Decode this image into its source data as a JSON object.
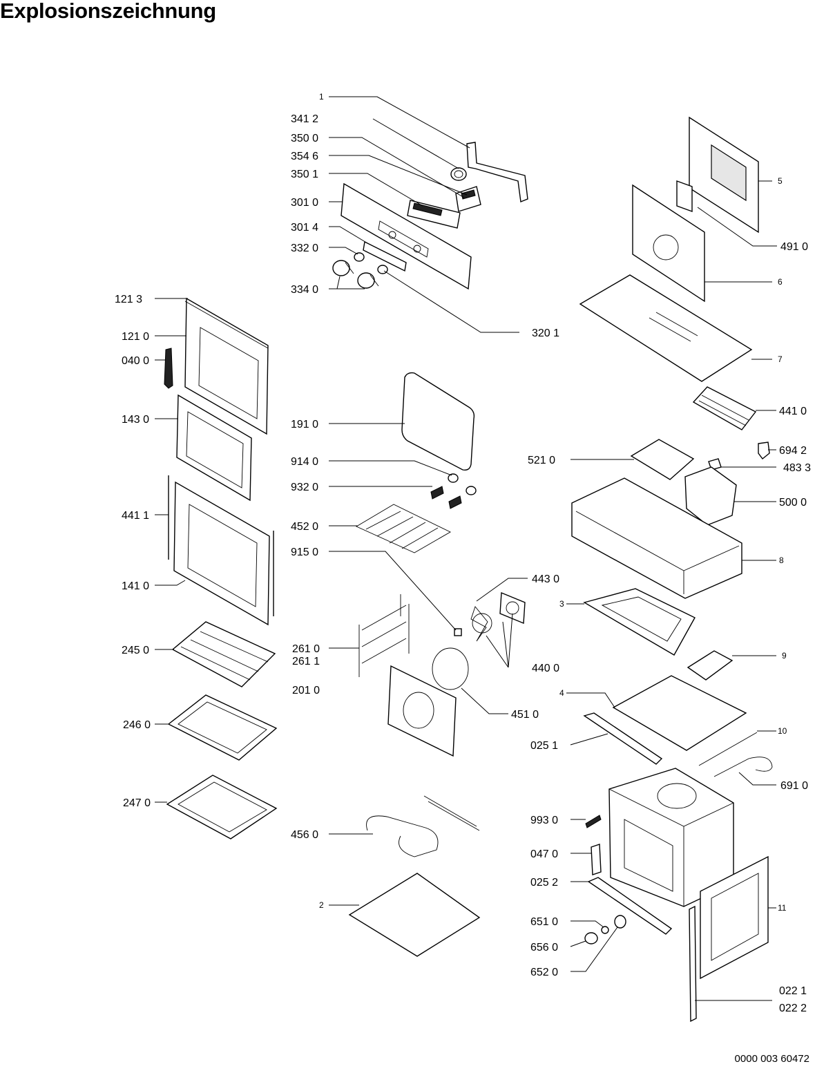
{
  "title": "Explosionszeichnung",
  "document_number": "0000 003 60472",
  "labels": {
    "l1": "1",
    "l3412": "341 2",
    "l3500": "350 0",
    "l3546": "354 6",
    "l3501": "350 1",
    "l3010": "301 0",
    "l3014": "301 4",
    "l3320": "332 0",
    "l3340": "334 0",
    "l3201": "320 1",
    "l1213": "121 3",
    "l1210": "121 0",
    "l0400": "040 0",
    "l1430": "143 0",
    "l4411": "441 1",
    "l1410": "141 0",
    "l2450": "245 0",
    "l2460": "246 0",
    "l2470": "247 0",
    "l1910": "191 0",
    "l9140": "914 0",
    "l9320": "932 0",
    "l4520": "452 0",
    "l9150": "915 0",
    "l4430": "443 0",
    "l2610": "261 0",
    "l2611": "261 1",
    "l2010": "201 0",
    "l4400": "440 0",
    "l4510": "451 0",
    "l4560": "456 0",
    "l2": "2",
    "l5": "5",
    "l4910": "491 0",
    "l6": "6",
    "l7": "7",
    "l4410": "441 0",
    "l6942": "694 2",
    "l5210": "521 0",
    "l4833": "483 3",
    "l5000": "500 0",
    "l8": "8",
    "l3": "3",
    "l9": "9",
    "l4": "4",
    "l0251": "025 1",
    "l10": "10",
    "l6910": "691 0",
    "l9930": "993 0",
    "l0470": "047 0",
    "l0252": "025 2",
    "l11": "11",
    "l6510": "651 0",
    "l6560": "656 0",
    "l6520": "652 0",
    "l0221": "022 1",
    "l0222": "022 2"
  }
}
